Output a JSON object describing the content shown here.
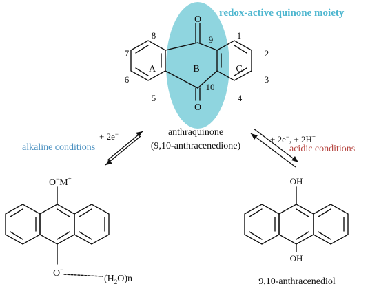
{
  "colors": {
    "moiety_fill": "#8fd5df",
    "moiety_title": "#4db6cf",
    "alkaline": "#4a90c0",
    "acidic": "#b5433e",
    "ink": "#111111"
  },
  "moiety": {
    "title": "redox-active quinone moiety"
  },
  "anthraquinone": {
    "name": "anthraquinone",
    "iupac": "(9,10-anthracenedione)",
    "ring_labels": {
      "a": "A",
      "b": "B",
      "c": "C"
    },
    "positions": {
      "p1": "1",
      "p2": "2",
      "p3": "3",
      "p4": "4",
      "p5": "5",
      "p6": "6",
      "p7": "7",
      "p8": "8",
      "p9": "9",
      "p10": "10"
    },
    "atoms": {
      "o_top": "O",
      "o_bottom": "O"
    }
  },
  "alkaline_path": {
    "condition": "alkaline conditions",
    "reagent": "+ 2e",
    "reagent_sup": "−"
  },
  "acidic_path": {
    "condition": "acidic conditions",
    "reagent_a": "+ 2e",
    "reagent_a_sup": "−",
    "reagent_b": ", + 2H",
    "reagent_b_sup": "+"
  },
  "alkaline_product": {
    "top_atom": "O",
    "top_sup_neg": "−",
    "top_cation": "M",
    "top_sup_pos": "+",
    "bottom_atom": "O",
    "bottom_sup": "−",
    "water": "(H",
    "water_sub": "2",
    "water_end": "O)n"
  },
  "acidic_product": {
    "oh_top": "OH",
    "oh_bottom": "OH",
    "name": "9,10-anthracenediol"
  }
}
